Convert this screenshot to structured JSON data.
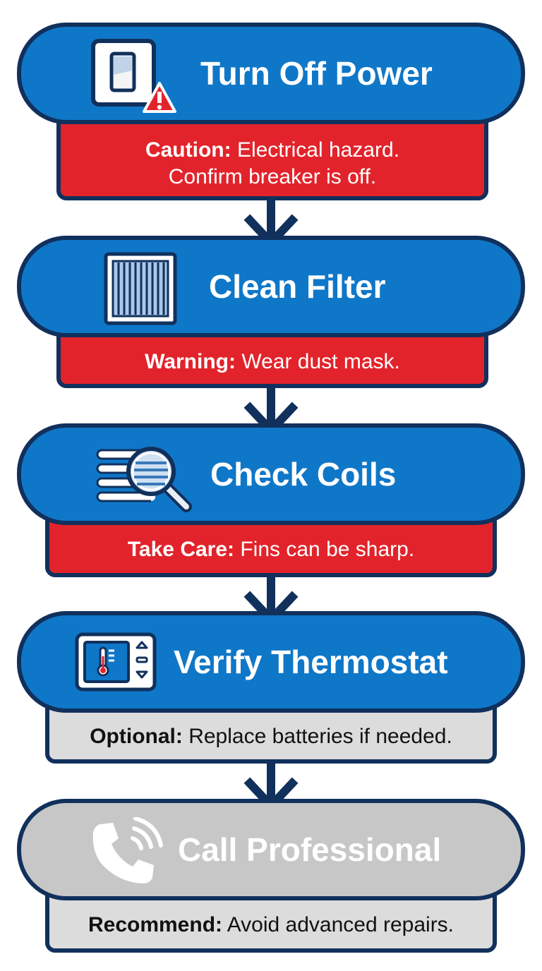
{
  "steps": [
    {
      "title": "Turn Off Power",
      "icon": "power-switch-warning-icon",
      "note": {
        "label": "Caution:",
        "text_line1": "Electrical hazard.",
        "text_line2": "Confirm breaker is off."
      }
    },
    {
      "title": "Clean Filter",
      "icon": "air-filter-icon",
      "note": {
        "label": "Warning:",
        "text": "Wear dust mask."
      }
    },
    {
      "title": "Check Coils",
      "icon": "coil-magnifier-icon",
      "note": {
        "label": "Take Care:",
        "text": "Fins can be sharp."
      }
    },
    {
      "title": "Verify Thermostat",
      "icon": "thermostat-icon",
      "note": {
        "label": "Optional:",
        "text": "Replace batteries if needed."
      }
    },
    {
      "title": "Call Professional",
      "icon": "phone-call-icon",
      "note": {
        "label": "Recommend:",
        "text": "Avoid advanced repairs."
      }
    }
  ],
  "colors": {
    "step_blue": "#0f77c8",
    "outline_navy": "#11305c",
    "caution_red": "#e2232b",
    "optional_gray": "#dcdcdc",
    "disabled_gray": "#c7c7c7"
  }
}
